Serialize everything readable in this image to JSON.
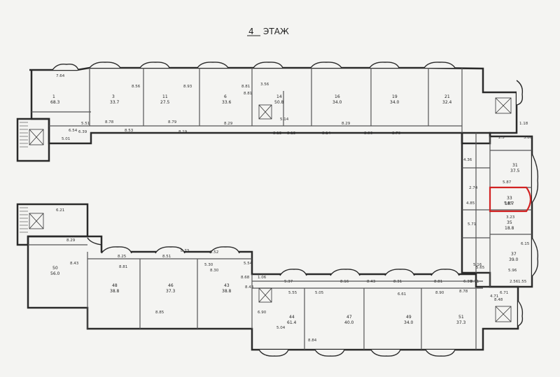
{
  "title": {
    "floor_number": "4",
    "floor_word": "ЭТАЖ"
  },
  "colors": {
    "background": "#f4f4f2",
    "wall": "#2a2a2a",
    "thin_wall": "#555555",
    "highlight": "#d22222"
  },
  "rooms": [
    {
      "id": "r1",
      "num": "1",
      "area": "68.3"
    },
    {
      "id": "r3",
      "num": "3",
      "area": "33.7"
    },
    {
      "id": "r11",
      "num": "11",
      "area": "27.5"
    },
    {
      "id": "r6",
      "num": "6",
      "area": "33.6"
    },
    {
      "id": "r14",
      "num": "14",
      "area": "50.8"
    },
    {
      "id": "r16",
      "num": "16",
      "area": "34.0"
    },
    {
      "id": "r19",
      "num": "19",
      "area": "34.0"
    },
    {
      "id": "r21",
      "num": "21",
      "area": "32.4"
    },
    {
      "id": "r31",
      "num": "31",
      "area": "37.5"
    },
    {
      "id": "r33",
      "num": "33",
      "area": "18.7"
    },
    {
      "id": "r35",
      "num": "35",
      "area": "18.8"
    },
    {
      "id": "r37",
      "num": "37",
      "area": "39.0"
    },
    {
      "id": "r50",
      "num": "50",
      "area": "56.0"
    },
    {
      "id": "r48",
      "num": "48",
      "area": "38.8"
    },
    {
      "id": "r46",
      "num": "46",
      "area": "37.3"
    },
    {
      "id": "r43",
      "num": "43",
      "area": "38.8"
    },
    {
      "id": "r44",
      "num": "44",
      "area": "61.4"
    },
    {
      "id": "r47",
      "num": "47",
      "area": "40.0"
    },
    {
      "id": "r49",
      "num": "49",
      "area": "34.0"
    },
    {
      "id": "r51",
      "num": "51",
      "area": "37.3"
    }
  ],
  "dimensions": [
    "7.64",
    "6.54",
    "8.56",
    "8.93",
    "8.81",
    "8.81",
    "6.39",
    "5.01",
    "5.51",
    "8.78",
    "8.53",
    "8.79",
    "8.19",
    "8.29",
    "8.13",
    "8.13",
    "8.14",
    "8.06",
    "3.56",
    "5.14",
    "8.29",
    "8.70",
    "3.80",
    "2.74",
    "4.36",
    "2.5",
    "1.18",
    "5.87",
    "5.85",
    "3.23",
    "5.96",
    "6.15",
    "4.85",
    "5.71",
    "6.21",
    "8.43",
    "8.29",
    "8.25",
    "8.51",
    "8.73",
    "8.81",
    "8.85",
    "8.52",
    "5.54",
    "5.04",
    "8.30",
    "5.30",
    "8.43",
    "6.90",
    "5.37",
    "5.55",
    "5.05",
    "8.16",
    "8.43",
    "8.84",
    "8.31",
    "6.61",
    "8.81",
    "8.90",
    "6.39",
    "8.78",
    "8.71",
    "5.16",
    "5.65",
    "4.71",
    "6.71",
    "2.56",
    "8.48",
    "1.06",
    "8.68",
    "1.55"
  ]
}
